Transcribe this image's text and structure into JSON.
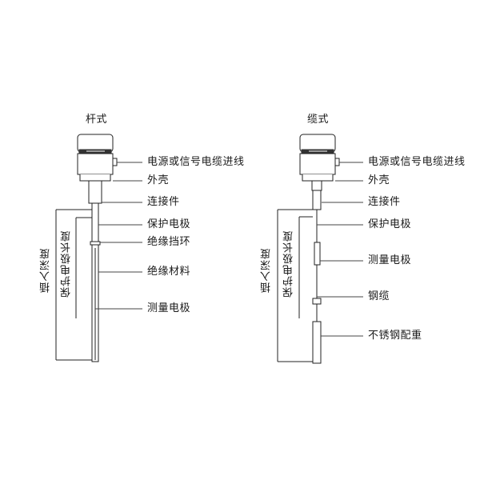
{
  "rod_type": {
    "title": "杆式",
    "labels": {
      "power_cable": "电源或信号电缆进线",
      "housing": "外壳",
      "connector": "连接件",
      "protect_electrode": "保护电极",
      "insulation_ring": "绝缘挡环",
      "insulation_material": "绝缘材料",
      "measure_electrode": "测量电极"
    },
    "dims": {
      "insert_depth": "插入深度",
      "protect_length": "保护电极长度"
    }
  },
  "cable_type": {
    "title": "缆式",
    "labels": {
      "power_cable": "电源或信号电缆进线",
      "housing": "外壳",
      "connector": "连接件",
      "protect_electrode": "保护电极",
      "measure_electrode": "测量电极",
      "steel_cable": "钢缆",
      "weight": "不锈钢配重"
    },
    "dims": {
      "insert_depth": "插入深度",
      "protect_length": "保护电极长度"
    }
  }
}
